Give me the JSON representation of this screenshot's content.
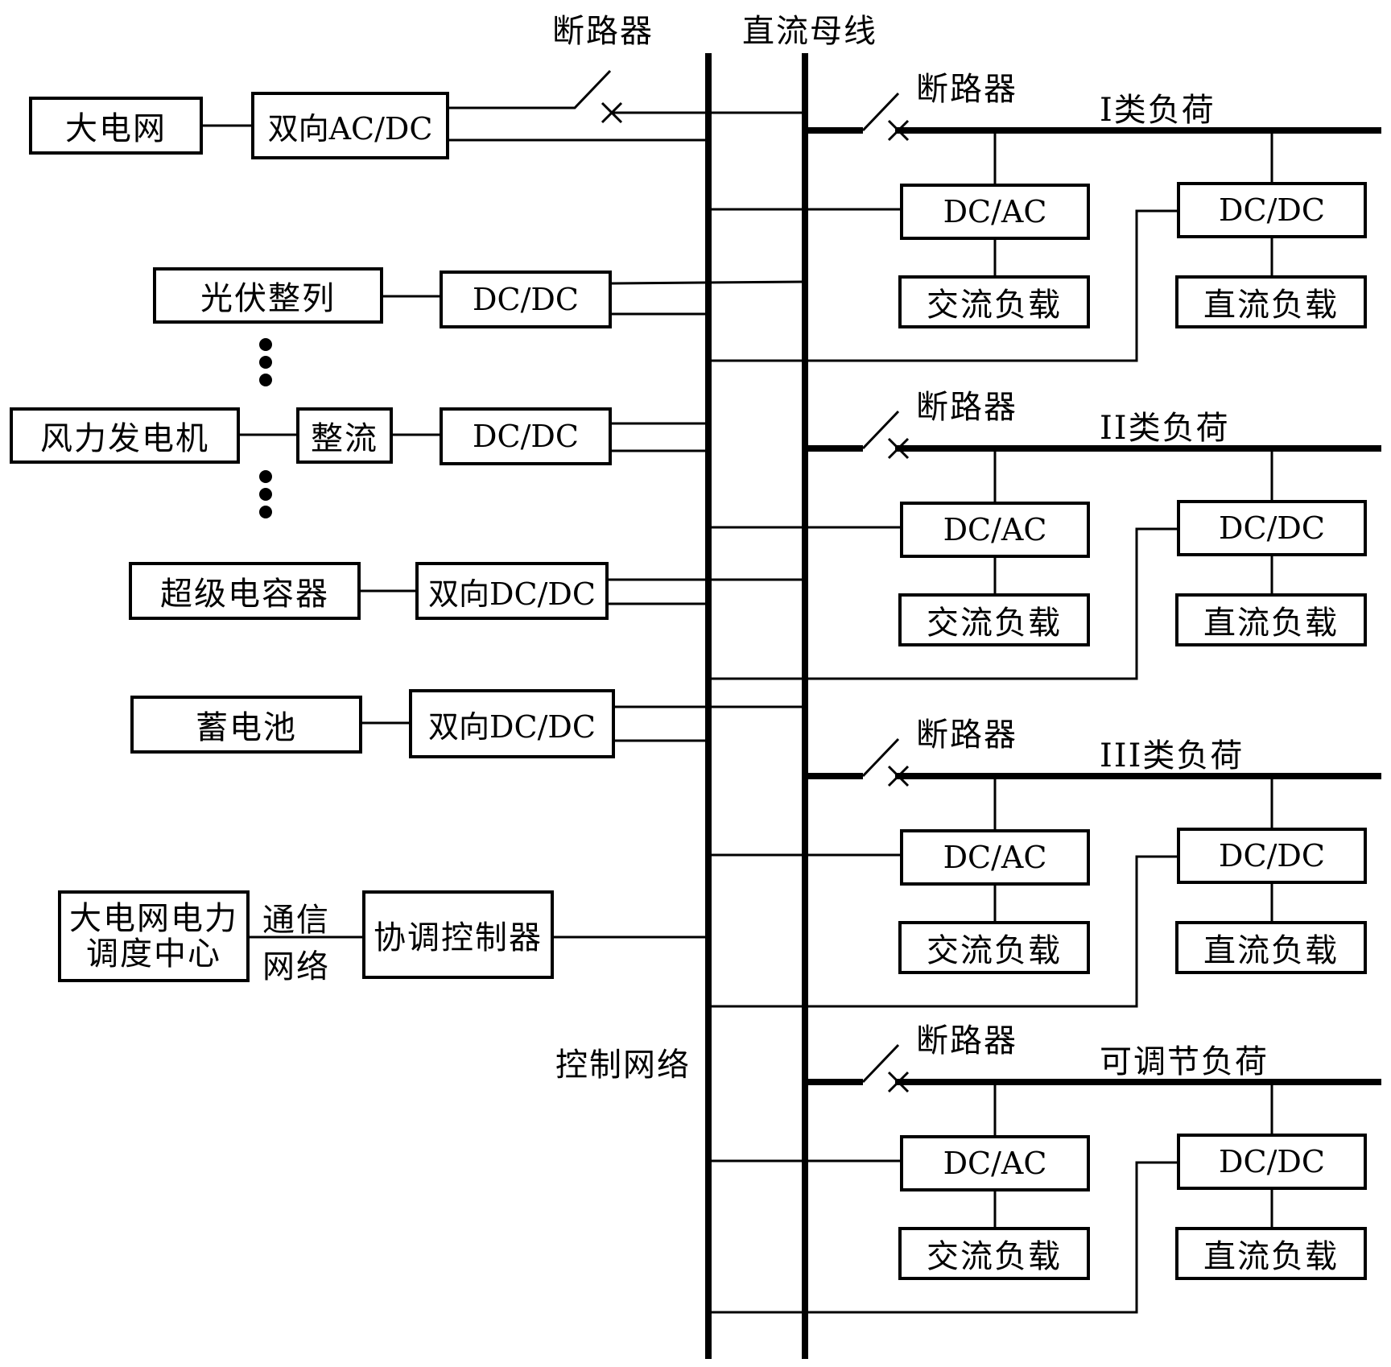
{
  "labels": {
    "breaker": "断路器",
    "dc_bus": "直流母线",
    "control_network": "控制网络",
    "comm_network_line1": "通信",
    "comm_network_line2": "网络"
  },
  "sources": {
    "grid": "大电网",
    "grid_converter": "双向AC/DC",
    "pv": "光伏整列",
    "pv_converter": "DC/DC",
    "wind": "风力发电机",
    "wind_rectifier": "整流",
    "wind_converter": "DC/DC",
    "supercap": "超级电容器",
    "supercap_converter": "双向DC/DC",
    "battery": "蓄电池",
    "battery_converter": "双向DC/DC",
    "dispatch_line1": "大电网电力",
    "dispatch_line2": "调度中心",
    "controller": "协调控制器"
  },
  "load_groups": [
    {
      "name": "I类负荷",
      "breaker": "断路器",
      "ac_converter": "DC/AC",
      "ac_load": "交流负载",
      "dc_converter": "DC/DC",
      "dc_load": "直流负载"
    },
    {
      "name": "II类负荷",
      "breaker": "断路器",
      "ac_converter": "DC/AC",
      "ac_load": "交流负载",
      "dc_converter": "DC/DC",
      "dc_load": "直流负载"
    },
    {
      "name": "III类负荷",
      "breaker": "断路器",
      "ac_converter": "DC/AC",
      "ac_load": "交流负载",
      "dc_converter": "DC/DC",
      "dc_load": "直流负载"
    },
    {
      "name": "可调节负荷",
      "breaker": "断路器",
      "ac_converter": "DC/AC",
      "ac_load": "交流负载",
      "dc_converter": "DC/DC",
      "dc_load": "直流负载"
    }
  ]
}
